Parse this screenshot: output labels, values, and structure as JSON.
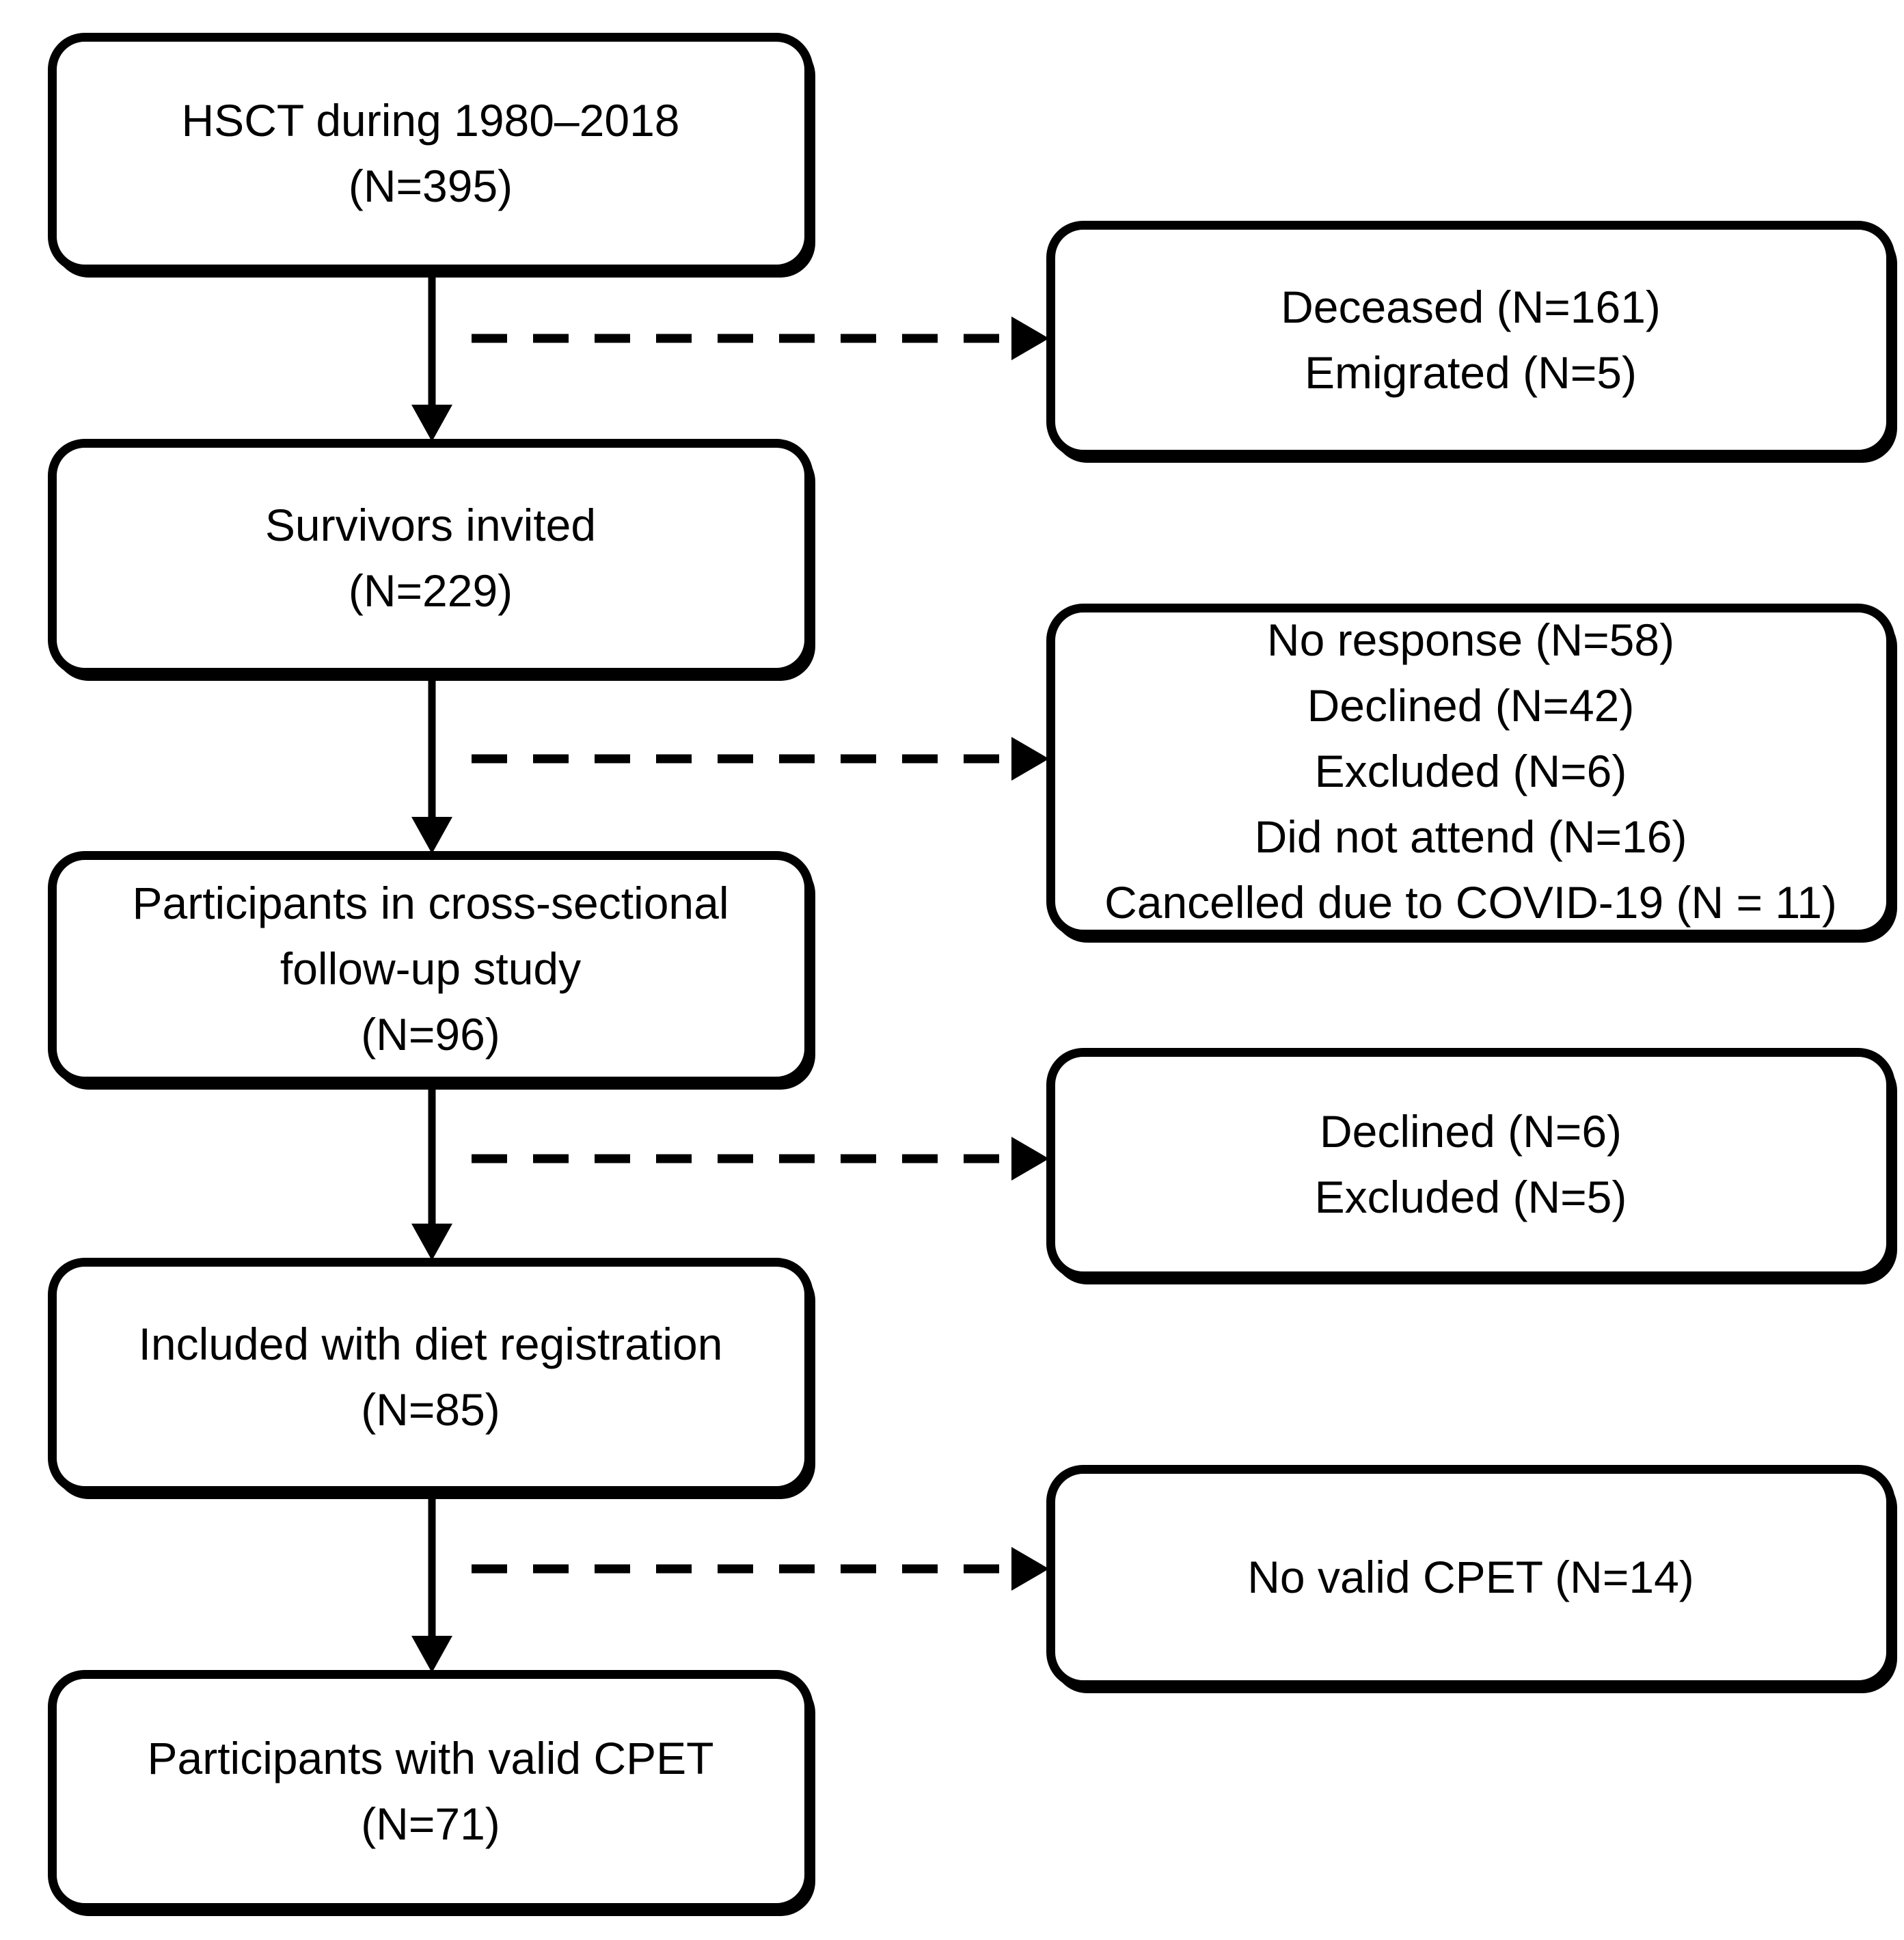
{
  "flowchart": {
    "main_boxes": [
      {
        "lines": [
          "HSCT during 1980–2018",
          "(N=395)"
        ]
      },
      {
        "lines": [
          "Survivors invited",
          "(N=229)"
        ]
      },
      {
        "lines": [
          "Participants in cross-sectional",
          "follow-up study",
          "(N=96)"
        ]
      },
      {
        "lines": [
          "Included with diet registration",
          "(N=85)"
        ]
      },
      {
        "lines": [
          "Participants with valid CPET",
          "(N=71)"
        ]
      }
    ],
    "side_boxes": [
      {
        "lines": [
          "Deceased (N=161)",
          "Emigrated (N=5)"
        ]
      },
      {
        "lines": [
          "No response (N=58)",
          "Declined (N=42)",
          "Excluded (N=6)",
          "Did not attend (N=16)",
          "Cancelled due to COVID-19 (N = 11)"
        ]
      },
      {
        "lines": [
          "Declined (N=6)",
          "Excluded (N=5)"
        ]
      },
      {
        "lines": [
          "No valid CPET (N=14)"
        ]
      }
    ],
    "colors": {
      "stroke": "#000000",
      "box_background": "#ffffff",
      "page_background": "#ffffff"
    }
  }
}
